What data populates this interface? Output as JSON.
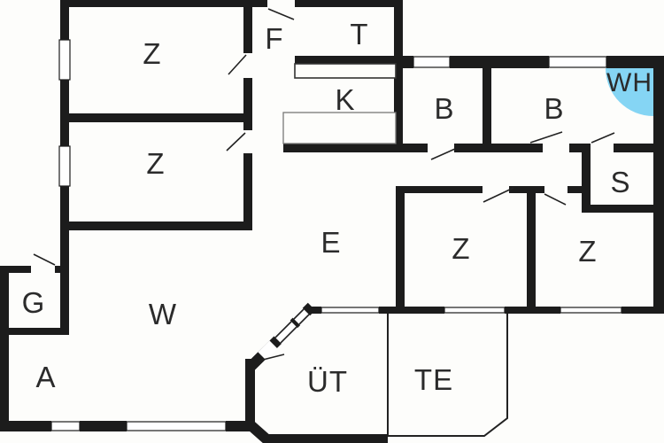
{
  "colors": {
    "wall": "#1c1c1c",
    "accent": "#85d5f4",
    "label": "#2b2b2b"
  },
  "rooms": {
    "z1": {
      "label": "Z"
    },
    "z2": {
      "label": "Z"
    },
    "f": {
      "label": "F"
    },
    "t": {
      "label": "T"
    },
    "k": {
      "label": "K"
    },
    "b1": {
      "label": "B"
    },
    "b2": {
      "label": "B"
    },
    "wh": {
      "label": "WH"
    },
    "s": {
      "label": "S"
    },
    "e": {
      "label": "E"
    },
    "z3": {
      "label": "Z"
    },
    "z4": {
      "label": "Z"
    },
    "g": {
      "label": "G"
    },
    "w": {
      "label": "W"
    },
    "a": {
      "label": "A"
    },
    "ut": {
      "label": "ÜT"
    },
    "te": {
      "label": "TE"
    }
  }
}
